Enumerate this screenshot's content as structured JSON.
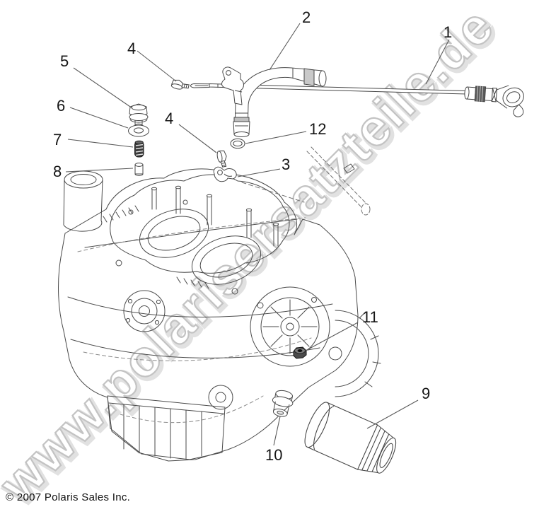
{
  "diagram": {
    "watermark": "www.polarisersatzteile.de",
    "copyright": "© 2007 Polaris Sales Inc.",
    "callouts": {
      "n1": "1",
      "n2": "2",
      "n3": "3",
      "n4": "4",
      "n5": "5",
      "n6": "6",
      "n7": "7",
      "n8": "8",
      "n9": "9",
      "n10": "10",
      "n11": "11",
      "n12": "12"
    }
  }
}
